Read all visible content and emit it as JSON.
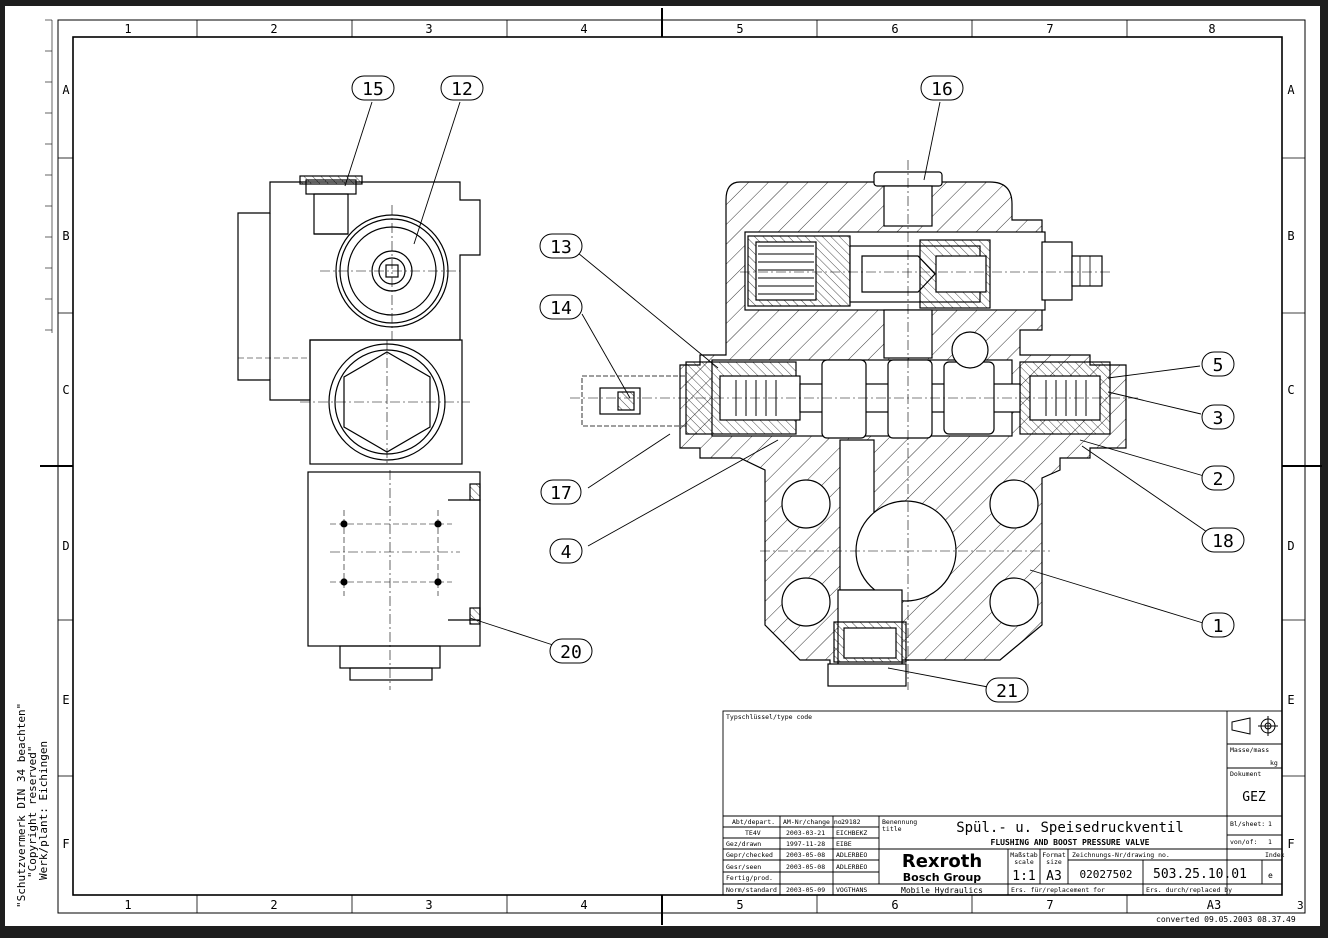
{
  "drawing": {
    "side_note": [
      "\"Schutzvermerk DIN 34 beachten\"",
      "\"Copyright reserved\"",
      "Werk/plant: Eichingen"
    ],
    "col_labels": [
      "1",
      "2",
      "3",
      "4",
      "5",
      "6",
      "7",
      "8"
    ],
    "row_labels": [
      "A",
      "B",
      "C",
      "D",
      "E",
      "F"
    ],
    "balloons": {
      "b15": "15",
      "b12": "12",
      "b16": "16",
      "b13": "13",
      "b14": "14",
      "b5": "5",
      "b3": "3",
      "b2": "2",
      "b18": "18",
      "b17": "17",
      "b4": "4",
      "b1": "1",
      "b20": "20",
      "b21": "21"
    },
    "footer_right": "3",
    "converted": "converted 09.05.2003 08.37.49"
  },
  "title_block": {
    "type_code_label": "Typschlüssel/type code",
    "mass_label": "Masse/mass",
    "mass_unit": "kg",
    "document_label": "Dokument",
    "document_value": "GEZ",
    "sheet_label": "Bl/sheet:",
    "sheet_value": "1",
    "of_label": "von/of:",
    "of_value": "1",
    "dept_label": "Abt/depart.",
    "dept_value": "TE4V",
    "change_label": "AM-Nr/change no.",
    "change_value": "29182",
    "change_date": "2003-03-21",
    "change_by": "EICHBEKZ",
    "drawn_label": "Gez/drawn",
    "drawn_date": "1997-11-28",
    "drawn_by": "EIBE",
    "checked_label": "Gepr/checked",
    "checked_date": "2003-05-08",
    "checked_by": "ADLERBEO",
    "seen_label": "Gesr/seen",
    "seen_date": "2003-05-08",
    "seen_by": "ADLERBEO",
    "prod_label": "Fertig/prod.",
    "std_label": "Norm/standard",
    "std_date": "2003-05-09",
    "std_by": "VOGTHANS",
    "name_label": "Benennung",
    "title_label": "title",
    "title_de": "Spül.- u. Speisedruckventil",
    "title_en": "FLUSHING AND BOOST PRESSURE VALVE",
    "brand": "Rexroth",
    "brand_sub": "Bosch Group",
    "division": "Mobile Hydraulics",
    "scale_label": "Maßstab",
    "scale_label2": "scale",
    "scale_value": "1:1",
    "format_label": "Format",
    "format_label2": "size",
    "format_value": "A3",
    "drawing_no_label": "Zeichnungs-Nr/drawing no.",
    "drawing_no_1": "02027502",
    "drawing_no_2": "503.25.10.01",
    "index_label": "Index",
    "index_value": "e",
    "replacement_label": "Ers. für/replacement for",
    "replaced_label": "Ers. durch/replaced by"
  }
}
